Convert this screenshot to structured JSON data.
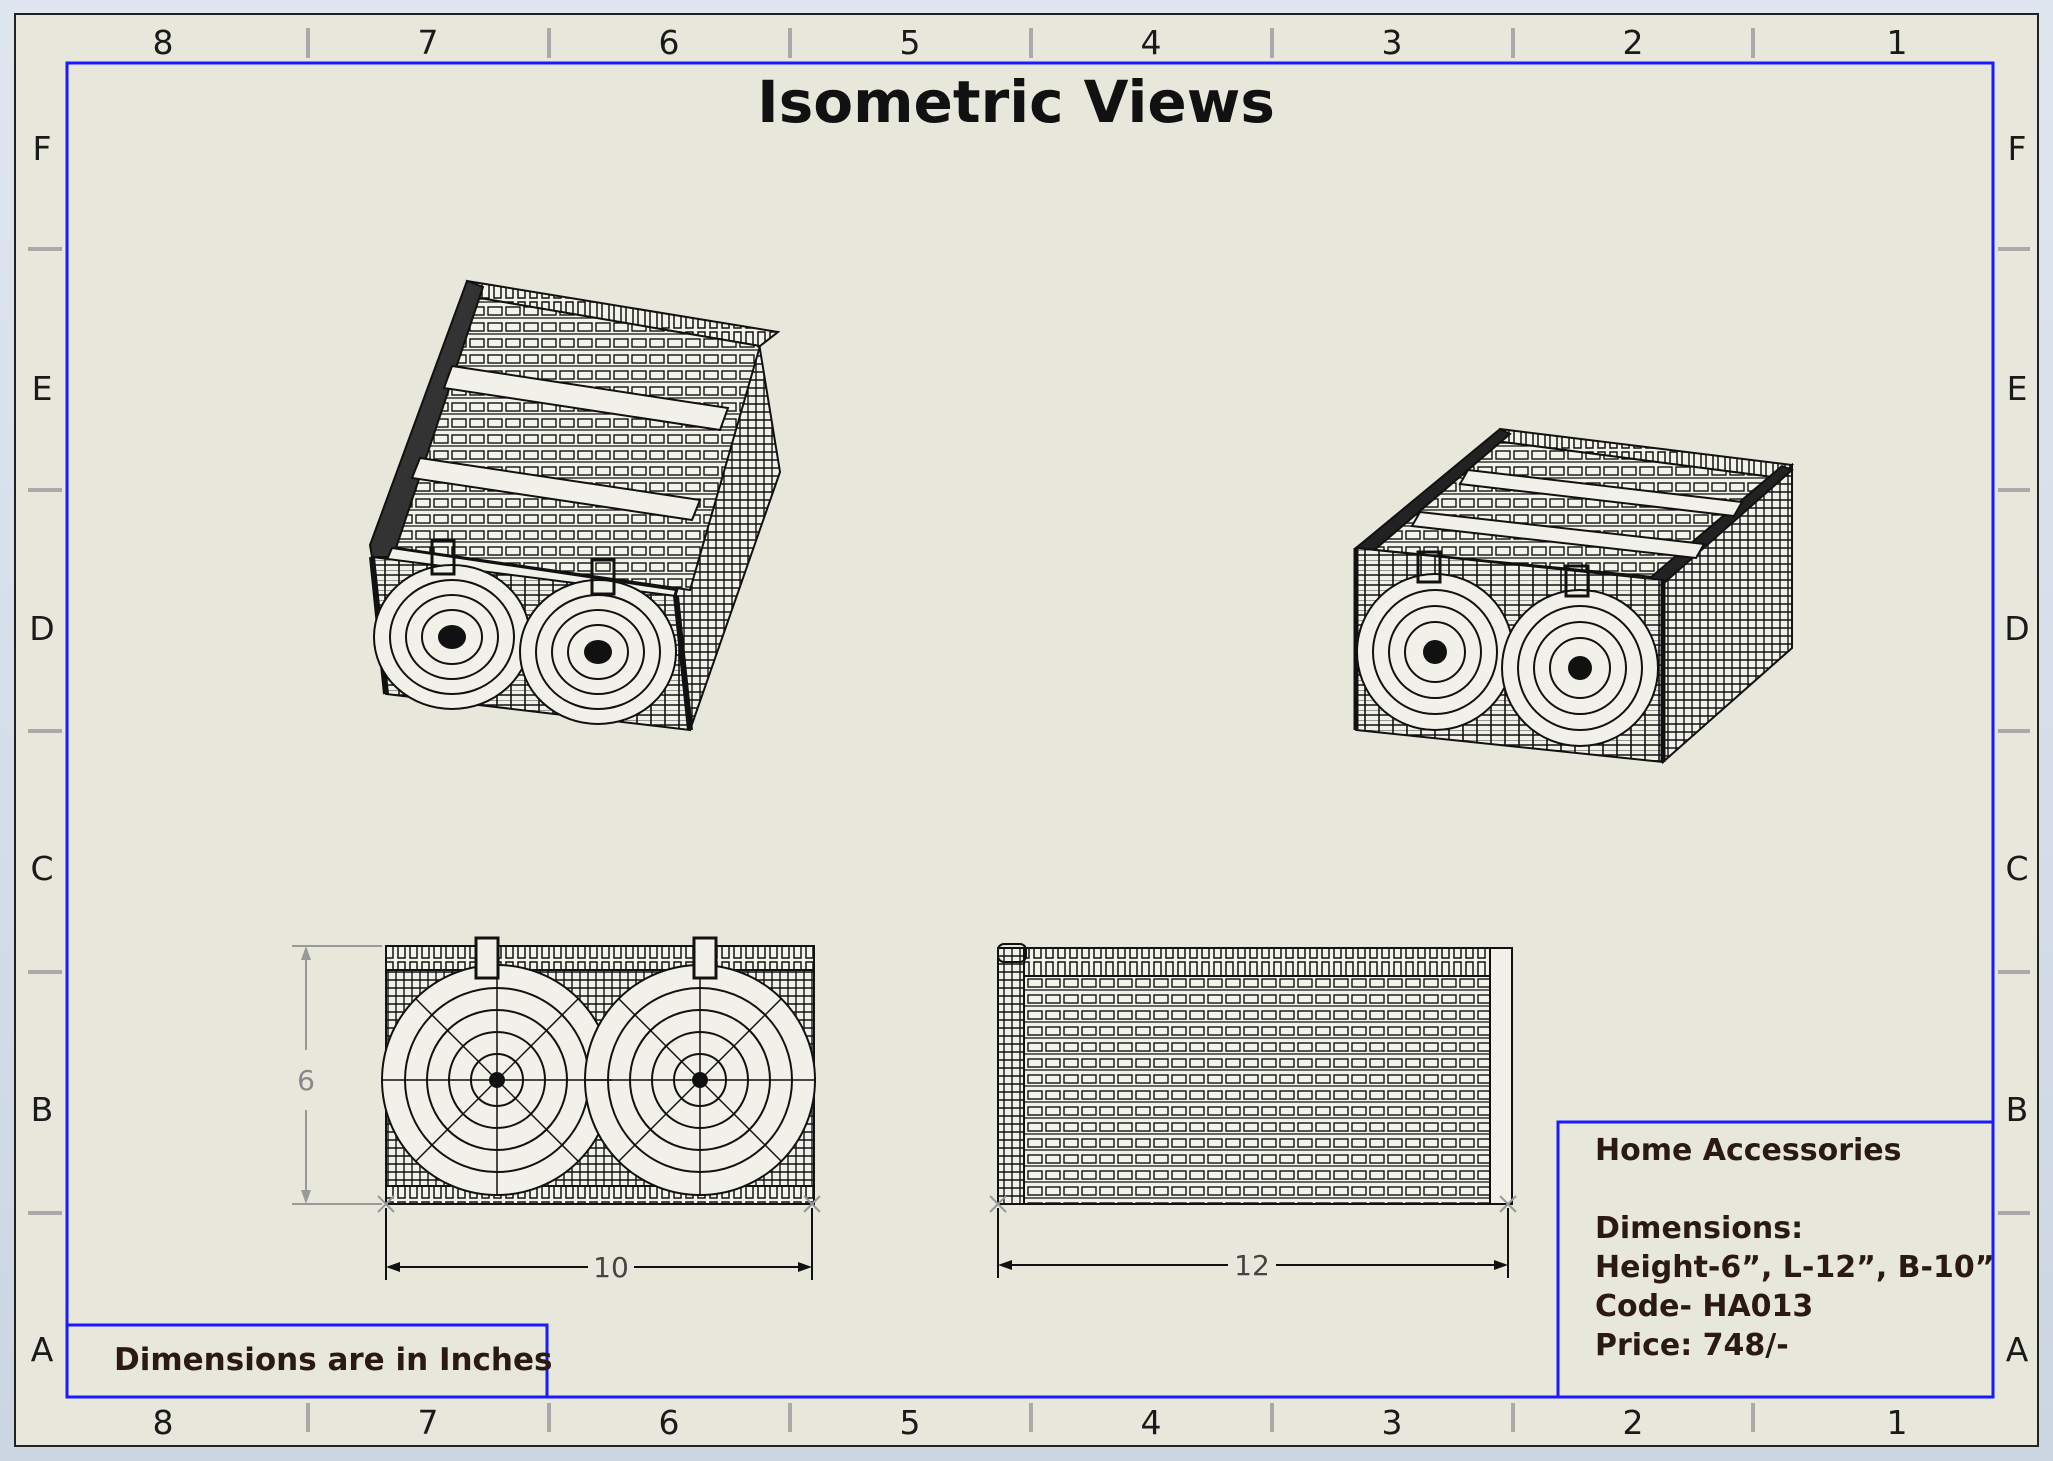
{
  "sheet": {
    "title": "Isometric Views",
    "column_labels": [
      "8",
      "7",
      "6",
      "5",
      "4",
      "3",
      "2",
      "1"
    ],
    "row_labels": [
      "F",
      "E",
      "D",
      "C",
      "B",
      "A"
    ],
    "note": "Dimensions are in Inches",
    "colors": {
      "paper": "#e8e7dc",
      "border": "#1a1aff",
      "ink": "#111111",
      "text": "#2a1a12"
    }
  },
  "views": {
    "isometric_1": {
      "name": "isometric-view-left"
    },
    "isometric_2": {
      "name": "isometric-view-right"
    },
    "front_view": {
      "height_dim": "6",
      "width_dim": "10"
    },
    "side_view": {
      "width_dim": "12"
    }
  },
  "title_block": {
    "product": "Home Accessories",
    "dimensions_label": "Dimensions:",
    "dimensions_value": "Height-6”, L-12”, B-10”",
    "code": "Code- HA013",
    "price": "Price: 748/-"
  }
}
